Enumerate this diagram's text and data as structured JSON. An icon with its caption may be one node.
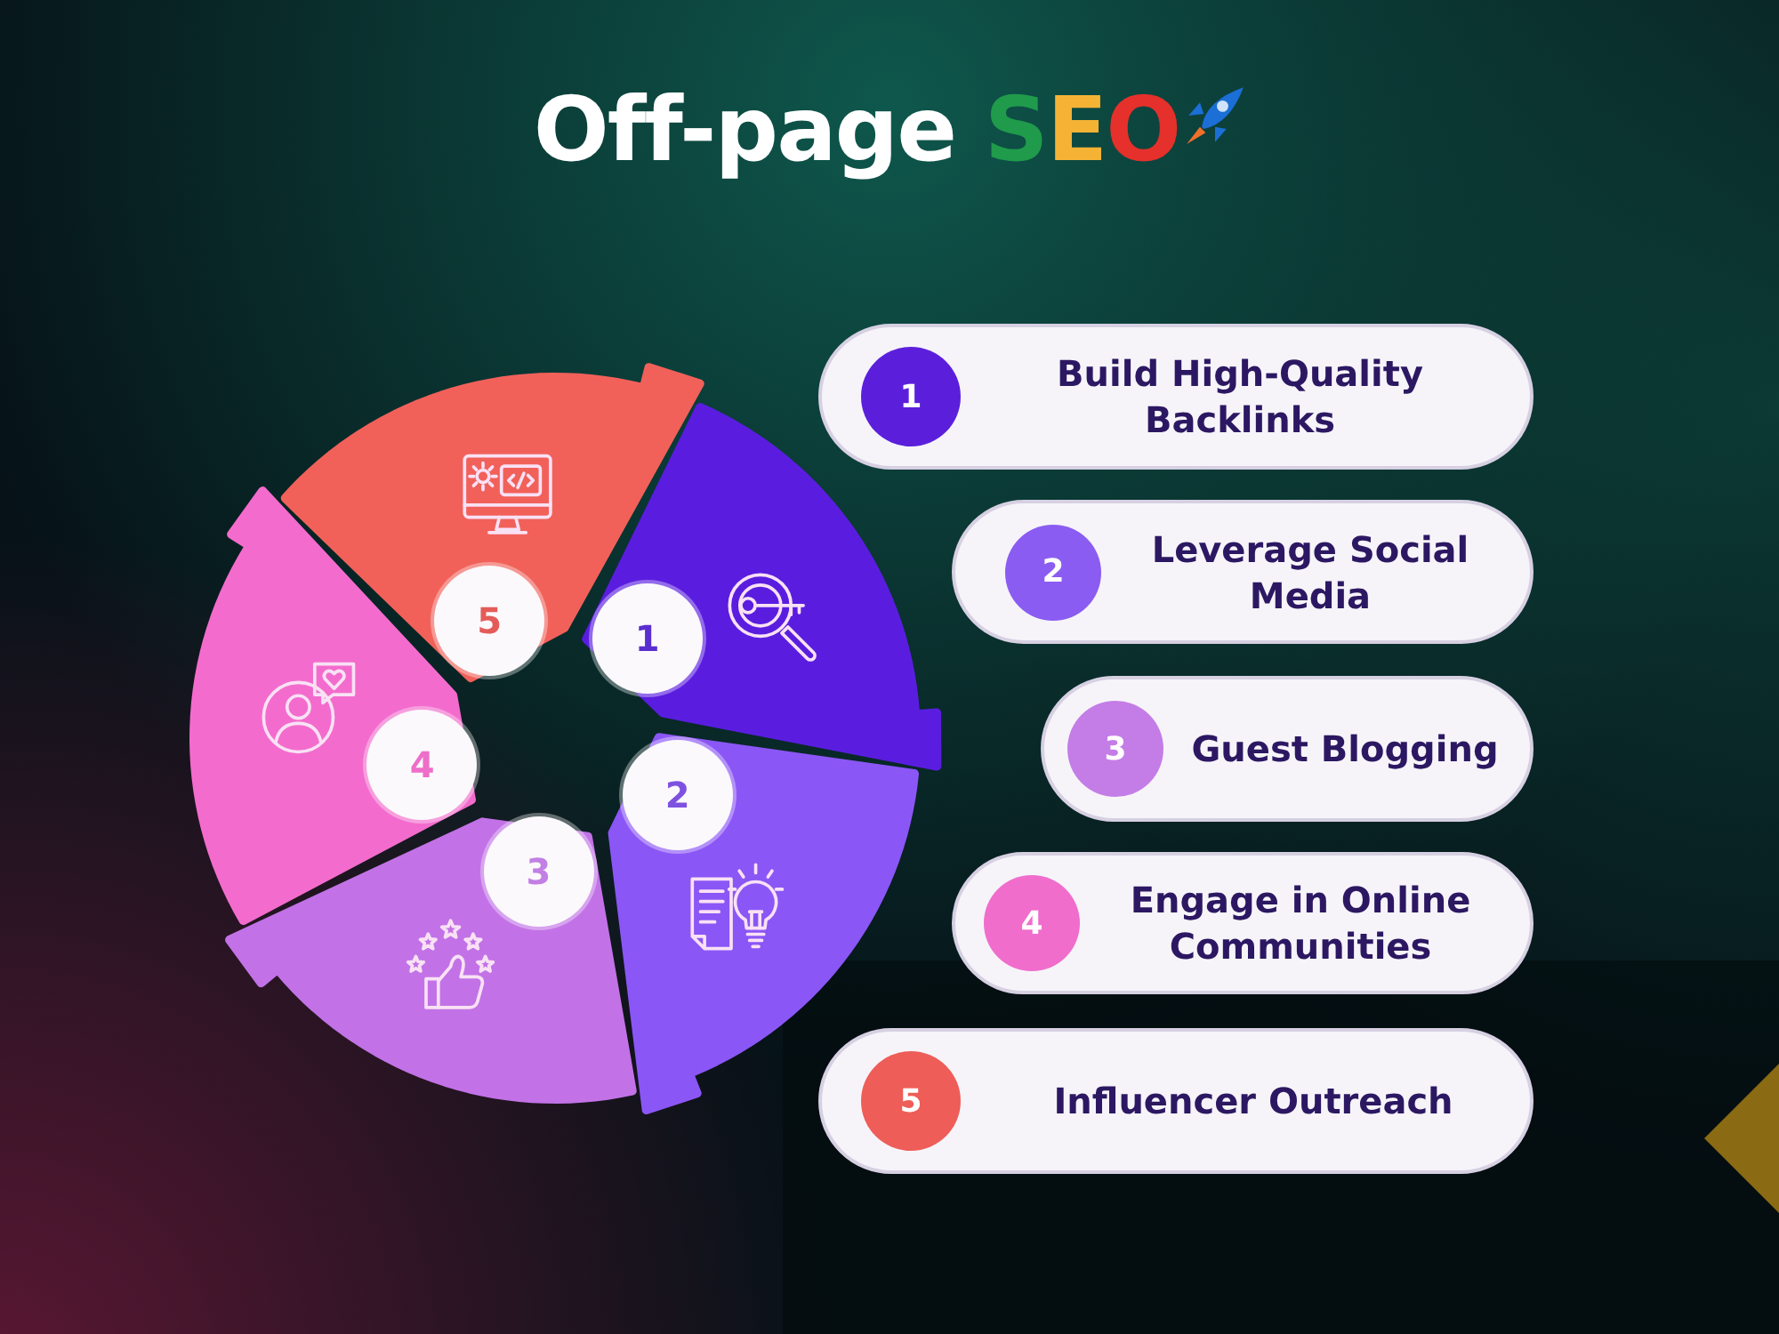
{
  "diagram": {
    "title": "Off-page SEO",
    "nodes": [
      {
        "text": [
          "1"
        ]
      },
      {
        "text": [
          "2"
        ]
      },
      {
        "text": [
          "3"
        ]
      },
      {
        "text": [
          "4"
        ]
      },
      {
        "text": [
          "5"
        ]
      },
      {
        "text": [
          "Build High-Quality Backlinks"
        ]
      },
      {
        "text": [
          "1"
        ],
        "in": 5
      },
      {
        "text": [
          "Leverage Social Media"
        ]
      },
      {
        "text": [
          "2"
        ],
        "in": 7
      },
      {
        "text": [
          "Guest Blogging"
        ]
      },
      {
        "text": [
          "3"
        ],
        "in": 9
      },
      {
        "text": [
          "Engage in Online Communities"
        ]
      },
      {
        "text": [
          "4"
        ],
        "in": 11
      },
      {
        "text": [
          "Influencer Outreach"
        ]
      },
      {
        "text": [
          "5"
        ],
        "in": 13
      }
    ]
  }
}
